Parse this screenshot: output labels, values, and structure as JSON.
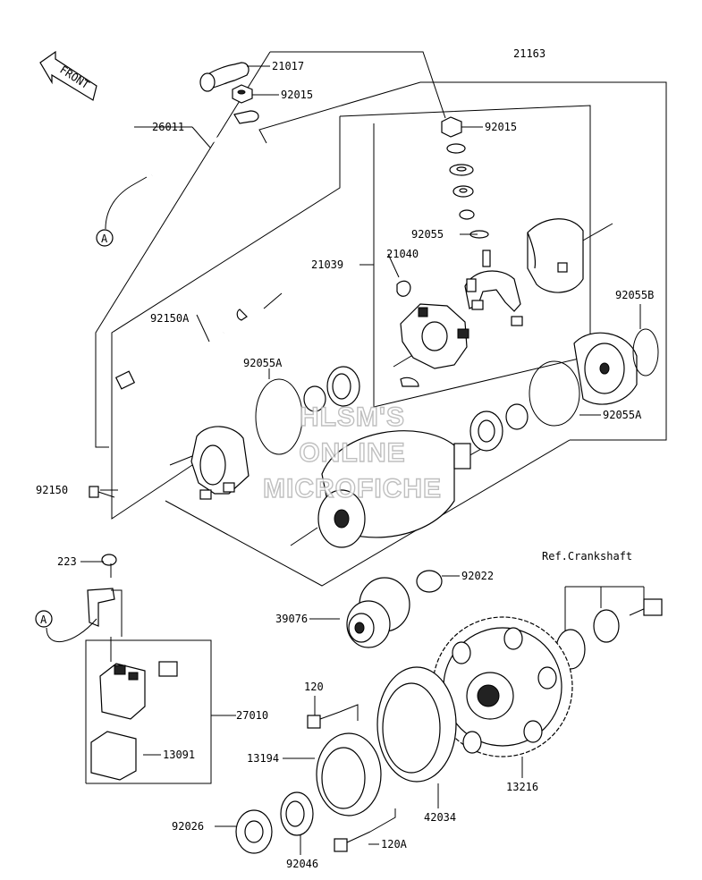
{
  "front_arrow": {
    "label": "FRONT"
  },
  "callouts": {
    "p21017": "21017",
    "p92015_top": "92015",
    "p26011": "26011",
    "p21163": "21163",
    "p92015_b": "92015",
    "p92055": "92055",
    "p21039": "21039",
    "p21040": "21040",
    "p92150A": "92150A",
    "p92055B": "92055B",
    "p92055A_left": "92055A",
    "p92055A_right": "92055A",
    "p92150": "92150",
    "p223": "223",
    "p92022": "92022",
    "ref_crankshaft": "Ref.Crankshaft",
    "p39076": "39076",
    "p120": "120",
    "p27010": "27010",
    "p13194": "13194",
    "p13091": "13091",
    "p42034": "42034",
    "p13216": "13216",
    "p92026": "92026",
    "p92046": "92046",
    "p120A": "120A"
  },
  "connectors": {
    "a_top": "A",
    "a_bottom": "A"
  },
  "watermark": {
    "line1": "HLSM'S",
    "line2": "ONLINE",
    "line3": "MICROFICHE"
  }
}
